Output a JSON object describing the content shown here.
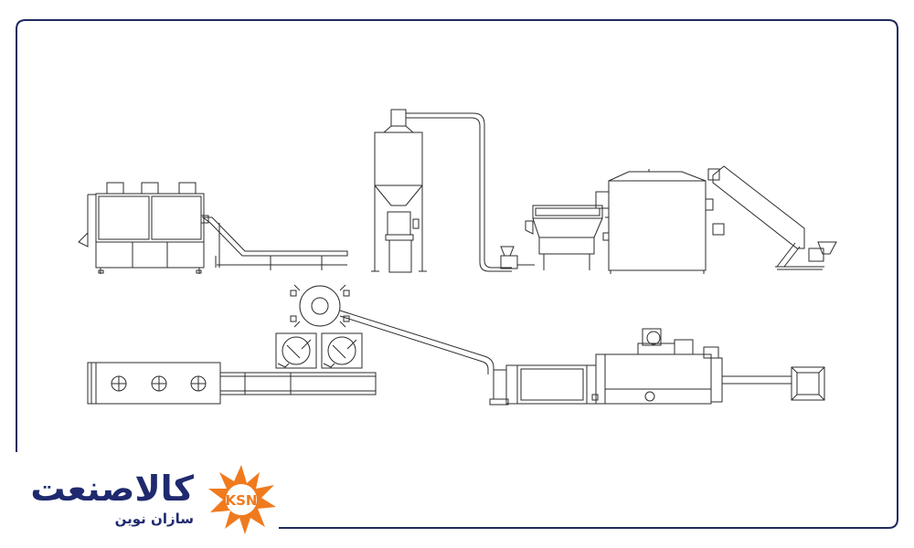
{
  "brand": {
    "name": "کالاصنعت",
    "tagline": "سازان نوین",
    "emblem_text": "KSN",
    "colors": {
      "navy": "#1f2a6e",
      "orange": "#f07a1e",
      "frame": "#1f2a5e",
      "line": "#2b2b2b"
    }
  },
  "icons": [
    "gear-emblem-icon"
  ]
}
